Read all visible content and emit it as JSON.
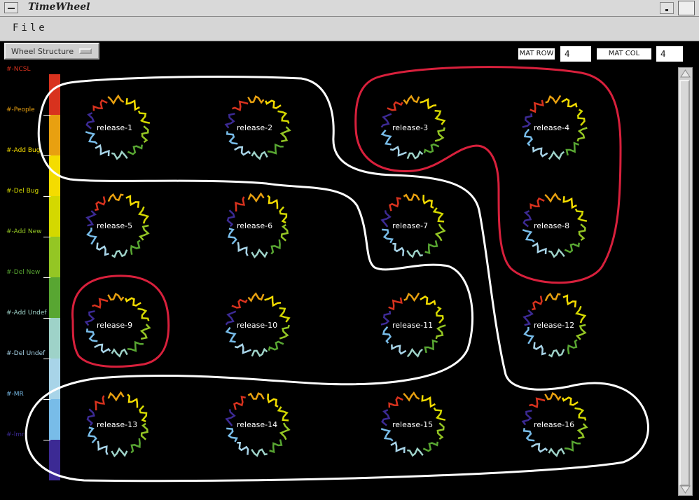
{
  "window": {
    "title": "TimeWheel"
  },
  "menu": {
    "file": "File"
  },
  "toolbar": {
    "wheel_structure_label": "Wheel Structure",
    "matrix_rows_label": "MAT ROW",
    "matrix_rows_value": "4",
    "matrix_cols_label": "MAT COL",
    "matrix_cols_value": "4"
  },
  "legend": [
    {
      "label": "#-NCSL",
      "color": "#d8321e"
    },
    {
      "label": "#-People",
      "color": "#e8a010"
    },
    {
      "label": "#-Add Bug",
      "color": "#f4dc00"
    },
    {
      "label": "#-Del Bug",
      "color": "#d4d800"
    },
    {
      "label": "#-Add New",
      "color": "#94c624"
    },
    {
      "label": "#-Del New",
      "color": "#58a632"
    },
    {
      "label": "#-Add Undef",
      "color": "#9ed2c8"
    },
    {
      "label": "#-Del Undef",
      "color": "#a8d4e8"
    },
    {
      "label": "#-MR",
      "color": "#78bce8"
    },
    {
      "label": "#-lmr",
      "color": "#3c2a94"
    }
  ],
  "wheels": [
    {
      "label": "release-1"
    },
    {
      "label": "release-2"
    },
    {
      "label": "release-3"
    },
    {
      "label": "release-4"
    },
    {
      "label": "release-5"
    },
    {
      "label": "release-6"
    },
    {
      "label": "release-7"
    },
    {
      "label": "release-8"
    },
    {
      "label": "release-9"
    },
    {
      "label": "release-10"
    },
    {
      "label": "release-11"
    },
    {
      "label": "release-12"
    },
    {
      "label": "release-13"
    },
    {
      "label": "release-14"
    },
    {
      "label": "release-15"
    },
    {
      "label": "release-16"
    }
  ],
  "cluster_colors": {
    "white": "#ffffff",
    "red": "#d8203c"
  }
}
